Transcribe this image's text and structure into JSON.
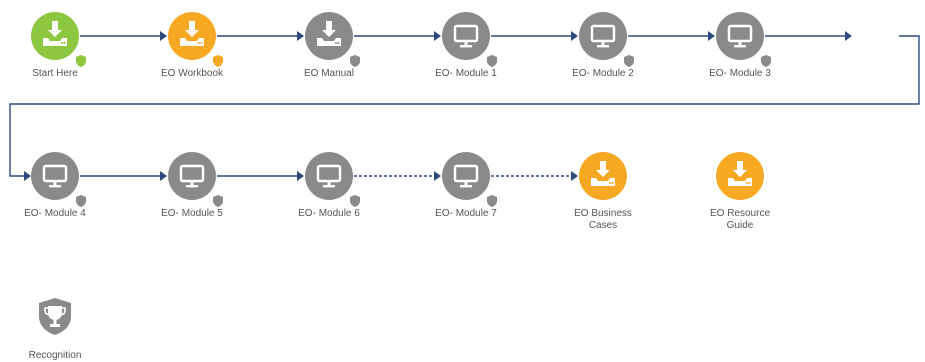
{
  "colors": {
    "green": "#8dc63f",
    "orange": "#f7a823",
    "gray": "#8a8a8a",
    "connector": "#2e4a7d",
    "text": "#555555"
  },
  "nodes": [
    {
      "label": "Start Here",
      "icon": "download-icon",
      "color": "green",
      "badge": "shield-icon-green"
    },
    {
      "label": "EO Workbook",
      "icon": "download-icon",
      "color": "orange",
      "badge": "shield-icon-orange"
    },
    {
      "label": "EO Manual",
      "icon": "download-icon",
      "color": "gray",
      "badge": "shield-icon-gray"
    },
    {
      "label": "EO- Module 1",
      "icon": "monitor-icon",
      "color": "gray",
      "badge": "shield-icon-gray"
    },
    {
      "label": "EO- Module 2",
      "icon": "monitor-icon",
      "color": "gray",
      "badge": "shield-icon-gray"
    },
    {
      "label": "EO- Module 3",
      "icon": "monitor-icon",
      "color": "gray",
      "badge": "shield-icon-gray"
    },
    {
      "label": "EO- Module 4",
      "icon": "monitor-icon",
      "color": "gray",
      "badge": "shield-icon-gray"
    },
    {
      "label": "EO- Module 5",
      "icon": "monitor-icon",
      "color": "gray",
      "badge": "shield-icon-gray"
    },
    {
      "label": "EO- Module 6",
      "icon": "monitor-icon",
      "color": "gray",
      "badge": "shield-icon-gray"
    },
    {
      "label": "EO- Module 7",
      "icon": "monitor-icon",
      "color": "gray",
      "badge": "shield-icon-gray"
    },
    {
      "label": "EO Business Cases",
      "icon": "download-icon",
      "color": "orange",
      "badge": ""
    },
    {
      "label": "EO Resource Guide",
      "icon": "download-icon",
      "color": "orange",
      "badge": ""
    }
  ],
  "recognition": {
    "label": "Recognition",
    "icon": "trophy-icon"
  }
}
